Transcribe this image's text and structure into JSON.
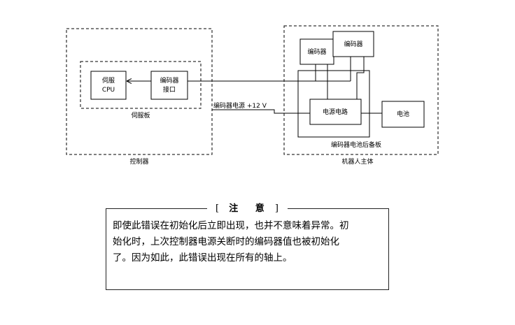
{
  "diagram": {
    "labels": {
      "servo_cpu_line1": "伺服",
      "servo_cpu_line2": "CPU",
      "encoder_if_line1": "编码器",
      "encoder_if_line2": "接口",
      "servo_board": "伺服板",
      "controller": "控制器",
      "encoder_power": "编码器电源 +12 V",
      "encoder_1": "编码器",
      "encoder_2": "编码器",
      "power_circuit": "电源电路",
      "battery": "电池",
      "backup_board": "编码器电池后备板",
      "robot_body": "机器人主体"
    }
  },
  "notice": {
    "bracket_open": "[",
    "title": "注 意",
    "bracket_close": "]",
    "line1": "即使此错误在初始化后立即出现，也并不意味着异常。初",
    "line2": "始化时，上次控制器电源关断时的编码器值也被初始化",
    "line3": "了。因为如此，此错误出现在所有的轴上。"
  }
}
